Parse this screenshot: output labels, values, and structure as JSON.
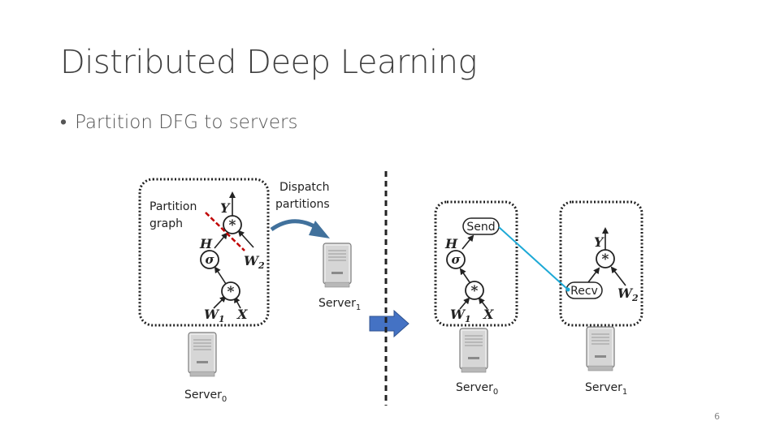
{
  "slide": {
    "title": "Distributed Deep Learning",
    "bullet": "Partition DFG to servers",
    "page_number": "6"
  },
  "labels": {
    "partition_graph_line1": "Partition",
    "partition_graph_line2": "graph",
    "dispatch_line1": "Dispatch",
    "dispatch_line2": "partitions",
    "send": "Send",
    "recv": "Recv"
  },
  "servers": {
    "left": {
      "name": "Server",
      "sub": "0"
    },
    "middle": {
      "name": "Server",
      "sub": "1"
    },
    "right0": {
      "name": "Server",
      "sub": "0"
    },
    "right1": {
      "name": "Server",
      "sub": "1"
    }
  },
  "nodes": {
    "mult": "*",
    "sigma": "σ",
    "Y": "Y",
    "H": "H",
    "W": "W",
    "W1_sub": "1",
    "W2_sub": "2",
    "X": "X"
  },
  "colors": {
    "arrow_blue": "#4472C4",
    "curve_arrow": "#41719C",
    "cut_line": "#C00000",
    "send_recv_line": "#1DA9D6"
  }
}
